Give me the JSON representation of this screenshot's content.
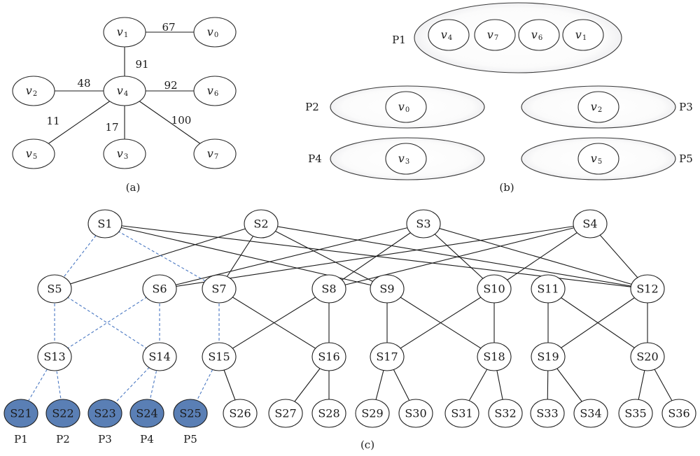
{
  "panel_a": {
    "caption": "(a)",
    "nodes": [
      {
        "id": "v1",
        "base": "v",
        "sub": "1"
      },
      {
        "id": "v0",
        "base": "v",
        "sub": "0"
      },
      {
        "id": "v2",
        "base": "v",
        "sub": "2"
      },
      {
        "id": "v4",
        "base": "v",
        "sub": "4"
      },
      {
        "id": "v6",
        "base": "v",
        "sub": "6"
      },
      {
        "id": "v5",
        "base": "v",
        "sub": "5"
      },
      {
        "id": "v3",
        "base": "v",
        "sub": "3"
      },
      {
        "id": "v7",
        "base": "v",
        "sub": "7"
      }
    ],
    "edges": [
      {
        "from": "v1",
        "to": "v0",
        "weight": "67"
      },
      {
        "from": "v1",
        "to": "v4",
        "weight": "91"
      },
      {
        "from": "v2",
        "to": "v4",
        "weight": "48"
      },
      {
        "from": "v4",
        "to": "v6",
        "weight": "92"
      },
      {
        "from": "v4",
        "to": "v5",
        "weight": "11"
      },
      {
        "from": "v4",
        "to": "v3",
        "weight": "17"
      },
      {
        "from": "v4",
        "to": "v7",
        "weight": "100"
      }
    ]
  },
  "panel_b": {
    "caption": "(b)",
    "partitions": [
      {
        "id": "P1",
        "label": "P1",
        "members": [
          {
            "base": "v",
            "sub": "4"
          },
          {
            "base": "v",
            "sub": "7"
          },
          {
            "base": "v",
            "sub": "6"
          },
          {
            "base": "v",
            "sub": "1"
          }
        ]
      },
      {
        "id": "P2",
        "label": "P2",
        "members": [
          {
            "base": "v",
            "sub": "0"
          }
        ]
      },
      {
        "id": "P3",
        "label": "P3",
        "members": [
          {
            "base": "v",
            "sub": "2"
          }
        ]
      },
      {
        "id": "P4",
        "label": "P4",
        "members": [
          {
            "base": "v",
            "sub": "3"
          }
        ]
      },
      {
        "id": "P5",
        "label": "P5",
        "members": [
          {
            "base": "v",
            "sub": "5"
          }
        ]
      }
    ]
  },
  "panel_c": {
    "caption": "(c)",
    "level1": [
      "S1",
      "S2",
      "S3",
      "S4"
    ],
    "level2": [
      "S5",
      "S6",
      "S7",
      "S8",
      "S9",
      "S10",
      "S11",
      "S12"
    ],
    "level3": [
      "S13",
      "S14",
      "S15",
      "S16",
      "S17",
      "S18",
      "S19",
      "S20"
    ],
    "level4": [
      "S21",
      "S22",
      "S23",
      "S24",
      "S25",
      "S26",
      "S27",
      "S28",
      "S29",
      "S30",
      "S31",
      "S32",
      "S33",
      "S34",
      "S35",
      "S36"
    ],
    "highlighted": [
      "S21",
      "S22",
      "S23",
      "S24",
      "S25"
    ],
    "highlight_color": "#5a7fb5",
    "dashed_color": "#4a78c2",
    "edges_solid": [
      [
        "S1",
        "S9"
      ],
      [
        "S1",
        "S12"
      ],
      [
        "S2",
        "S5"
      ],
      [
        "S2",
        "S7"
      ],
      [
        "S2",
        "S9"
      ],
      [
        "S2",
        "S12"
      ],
      [
        "S3",
        "S6"
      ],
      [
        "S3",
        "S8"
      ],
      [
        "S3",
        "S10"
      ],
      [
        "S3",
        "S12"
      ],
      [
        "S4",
        "S6"
      ],
      [
        "S4",
        "S8"
      ],
      [
        "S4",
        "S10"
      ],
      [
        "S4",
        "S12"
      ],
      [
        "S7",
        "S16"
      ],
      [
        "S8",
        "S15"
      ],
      [
        "S8",
        "S16"
      ],
      [
        "S9",
        "S17"
      ],
      [
        "S10",
        "S17"
      ],
      [
        "S10",
        "S18"
      ],
      [
        "S9",
        "S18"
      ],
      [
        "S11",
        "S19"
      ],
      [
        "S11",
        "S20"
      ],
      [
        "S12",
        "S19"
      ],
      [
        "S12",
        "S20"
      ],
      [
        "S15",
        "S26"
      ],
      [
        "S16",
        "S27"
      ],
      [
        "S16",
        "S28"
      ],
      [
        "S17",
        "S29"
      ],
      [
        "S17",
        "S30"
      ],
      [
        "S18",
        "S31"
      ],
      [
        "S18",
        "S32"
      ],
      [
        "S19",
        "S33"
      ],
      [
        "S19",
        "S34"
      ],
      [
        "S20",
        "S35"
      ],
      [
        "S20",
        "S36"
      ]
    ],
    "edges_dashed": [
      [
        "S1",
        "S5"
      ],
      [
        "S1",
        "S7"
      ],
      [
        "S5",
        "S13"
      ],
      [
        "S5",
        "S14"
      ],
      [
        "S6",
        "S13"
      ],
      [
        "S6",
        "S14"
      ],
      [
        "S7",
        "S15"
      ],
      [
        "S13",
        "S21"
      ],
      [
        "S13",
        "S22"
      ],
      [
        "S14",
        "S23"
      ],
      [
        "S14",
        "S24"
      ],
      [
        "S15",
        "S25"
      ]
    ],
    "partition_labels": [
      {
        "node": "S21",
        "label": "P1"
      },
      {
        "node": "S22",
        "label": "P2"
      },
      {
        "node": "S23",
        "label": "P3"
      },
      {
        "node": "S24",
        "label": "P4"
      },
      {
        "node": "S25",
        "label": "P5"
      }
    ]
  }
}
